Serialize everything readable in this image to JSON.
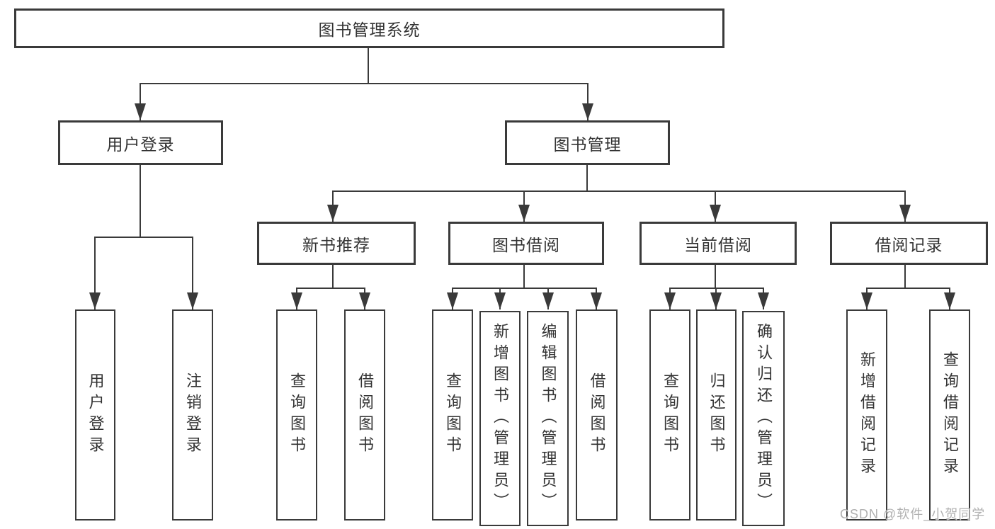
{
  "colors": {
    "line": "#3a3a3a",
    "text": "#333333",
    "background": "#ffffff",
    "watermark": "#b0b0b0"
  },
  "nodes": {
    "root": {
      "label": "图书管理系统"
    },
    "level2": [
      {
        "label": "用户登录"
      },
      {
        "label": "图书管理"
      }
    ],
    "level3": [
      {
        "label": "新书推荐"
      },
      {
        "label": "图书借阅"
      },
      {
        "label": "当前借阅"
      },
      {
        "label": "借阅记录"
      }
    ],
    "leaves": [
      {
        "label": "用户登录"
      },
      {
        "label": "注销登录"
      },
      {
        "label": "查询图书"
      },
      {
        "label": "借阅图书"
      },
      {
        "label": "查询图书"
      },
      {
        "label": "新增图书（管理员）"
      },
      {
        "label": "编辑图书（管理员）"
      },
      {
        "label": "借阅图书"
      },
      {
        "label": "查询图书"
      },
      {
        "label": "归还图书"
      },
      {
        "label": "确认归还（管理员）"
      },
      {
        "label": "新增借阅记录"
      },
      {
        "label": "查询借阅记录"
      }
    ]
  },
  "watermark": {
    "text": "CSDN @软件_小贺同学"
  }
}
